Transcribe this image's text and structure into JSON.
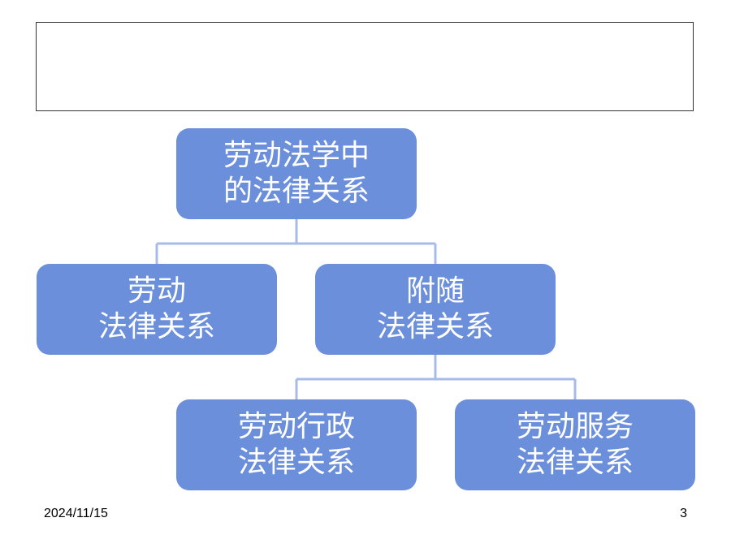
{
  "diagram": {
    "root": {
      "line1": "劳动法学中",
      "line2": "的法律关系"
    },
    "children": [
      {
        "line1": "劳动",
        "line2": "法律关系"
      },
      {
        "line1": "附随",
        "line2": "法律关系"
      }
    ],
    "grandchildren": [
      {
        "line1": "劳动行政",
        "line2": "法律关系"
      },
      {
        "line1": "劳动服务",
        "line2": "法律关系"
      }
    ],
    "colors": {
      "node_fill": "#6b8fdb",
      "connector": "#a7bbe8",
      "text": "#ffffff"
    }
  },
  "footer": {
    "date": "2024/11/15",
    "page_number": "3"
  }
}
